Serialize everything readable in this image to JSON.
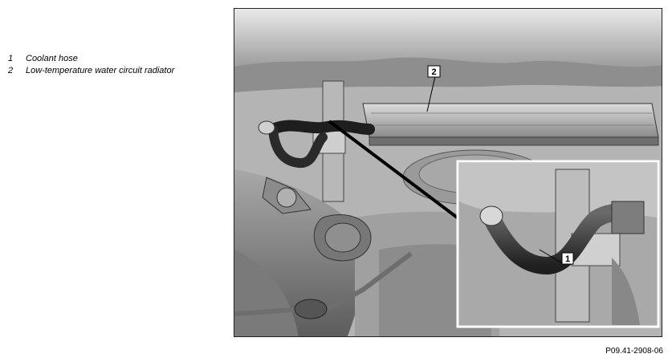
{
  "legend": [
    {
      "number": "1",
      "text": "Coolant hose"
    },
    {
      "number": "2",
      "text": "Low-temperature water circuit radiator"
    }
  ],
  "figure": {
    "callouts": [
      "1",
      "2"
    ],
    "reference_code": "P09.41-2908-06"
  }
}
